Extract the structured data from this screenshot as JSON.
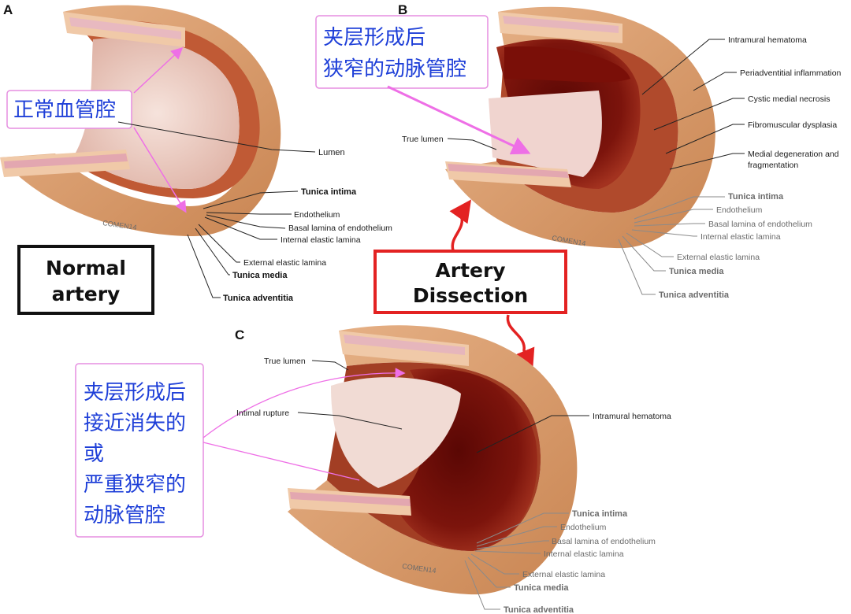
{
  "panels": {
    "a": "A",
    "b": "B",
    "c": "C"
  },
  "callouts": {
    "normal_lumen": "正常血管腔",
    "stenosis_lumen": [
      "夹层形成后",
      "狭窄的动脉管腔"
    ],
    "severe_lumen": [
      "夹层形成后",
      "接近消失的",
      "或",
      "严重狭窄的",
      "动脉管腔"
    ]
  },
  "boxes": {
    "normal": [
      "Normal",
      "artery"
    ],
    "dissection": [
      "Artery",
      "Dissection"
    ]
  },
  "watermark": "COMEN14",
  "labels_a": {
    "lumen": "Lumen",
    "tunica_intima": "Tunica intima",
    "endothelium": "Endothelium",
    "basal_lamina": "Basal lamina of endothelium",
    "internal_elastic": "Internal elastic lamina",
    "external_elastic": "External elastic lamina",
    "tunica_media": "Tunica media",
    "tunica_adventitia": "Tunica adventitia"
  },
  "labels_b": {
    "true_lumen": "True lumen",
    "intramural_hematoma": "Intramural hematoma",
    "periadventitial": "Periadventitial inflammation",
    "cystic": "Cystic medial necrosis",
    "fibromuscular": "Fibromuscular dysplasia",
    "medial_degeneration": [
      "Medial degeneration and",
      "fragmentation"
    ],
    "tunica_intima": "Tunica intima",
    "endothelium": "Endothelium",
    "basal_lamina": "Basal lamina of endothelium",
    "internal_elastic": "Internal elastic lamina",
    "external_elastic": "External elastic lamina",
    "tunica_media": "Tunica media",
    "tunica_adventitia": "Tunica adventitia"
  },
  "labels_c": {
    "true_lumen": "True lumen",
    "intimal_rupture": "Intimal rupture",
    "intramural_hematoma": "Intramural hematoma",
    "tunica_intima": "Tunica intima",
    "endothelium": "Endothelium",
    "basal_lamina": "Basal lamina of endothelium",
    "internal_elastic": "Internal elastic lamina",
    "external_elastic": "External elastic lamina",
    "tunica_media": "Tunica media",
    "tunica_adventitia": "Tunica adventitia"
  },
  "colors": {
    "adventitia": "#d99a6a",
    "media": "#c9693f",
    "intima": "#f2d6cf",
    "lumen": "#eccfc6",
    "hematoma": "#6e0f0a",
    "callout_border": "#e58ee0",
    "callout_text": "#1e3fd8",
    "arrow_pink": "#ee6fe6",
    "arrow_red": "#e32222"
  }
}
